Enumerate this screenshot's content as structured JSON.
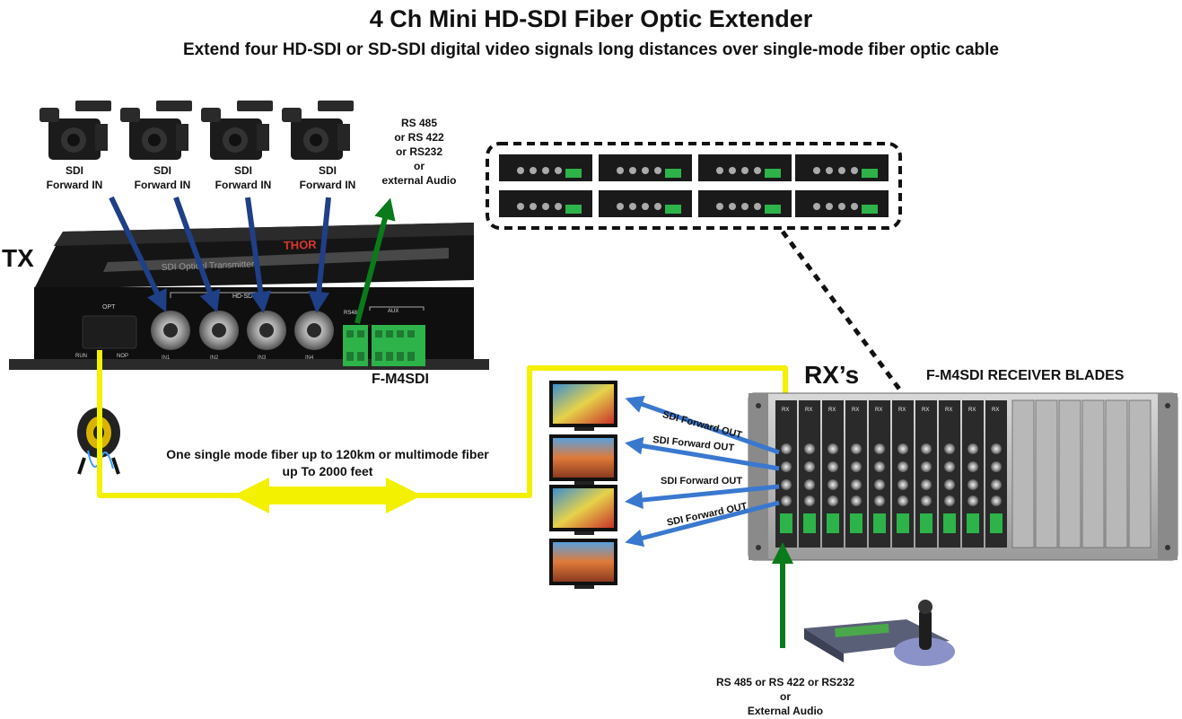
{
  "title": "4 Ch Mini HD-SDI Fiber Optic Extender",
  "subtitle": "Extend four HD-SDI or SD-SDI digital video signals long distances over single-mode fiber optic cable",
  "tx_label": "TX",
  "rx_label": "RX’s",
  "receiver_blades_label": "F-M4SDI RECEIVER BLADES",
  "camera_inputs": [
    {
      "line1": "SDI",
      "line2": "Forward IN"
    },
    {
      "line1": "SDI",
      "line2": "Forward IN"
    },
    {
      "line1": "SDI",
      "line2": "Forward IN"
    },
    {
      "line1": "SDI",
      "line2": "Forward IN"
    }
  ],
  "tx_data": {
    "lines": [
      "RS 485",
      "or RS 422",
      "or RS232",
      "or",
      "external Audio"
    ]
  },
  "tx_device": {
    "brand": "THOR",
    "face": "SDI Optical Transmitter",
    "model": "F-M4SDI",
    "opt": "OPT",
    "run": "RUN",
    "nop": "NOP",
    "hdsdi": "HD-SDI",
    "rs485": "RS485",
    "aux": "AUX",
    "inputs": [
      "IN1",
      "IN2",
      "IN3",
      "IN4"
    ]
  },
  "fiber_text": {
    "line1": "One single mode fiber up to 120km or multimode fiber",
    "line2": "up To 2000 feet"
  },
  "outputs": [
    "SDI Forward OUT",
    "SDI Forward OUT",
    "SDI Forward OUT",
    "SDI Forward OUT"
  ],
  "rx_data": {
    "lines": [
      "RS 485 or RS 422 or RS232",
      "or",
      "External Audio"
    ]
  },
  "rack_slot_label": "RX",
  "colors": {
    "fiber": "#f3f000",
    "input_arrow": "#1f3f86",
    "output_arrow": "#3a78d0",
    "data_arrow": "#0a7a1a",
    "device": "#1a1a1a",
    "terminal": "#2db34a"
  }
}
